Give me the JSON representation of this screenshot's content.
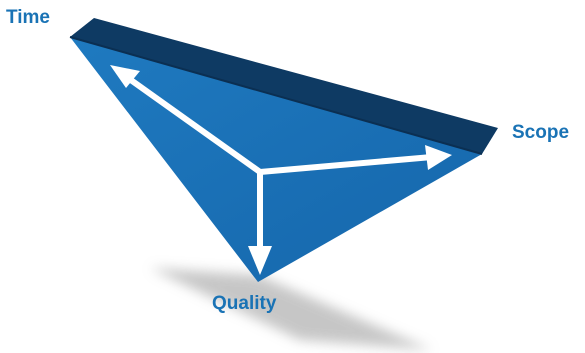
{
  "labels": {
    "time": "Time",
    "scope": "Scope",
    "quality": "Quality"
  },
  "colors": {
    "label_text": "#1a73b5",
    "triangle_face": "#1a6fb4",
    "triangle_edge": "#0e3a63",
    "triangle_edge_dark": "#0b2f52",
    "arrows": "#ffffff",
    "shadow": "#b4b4b4"
  }
}
